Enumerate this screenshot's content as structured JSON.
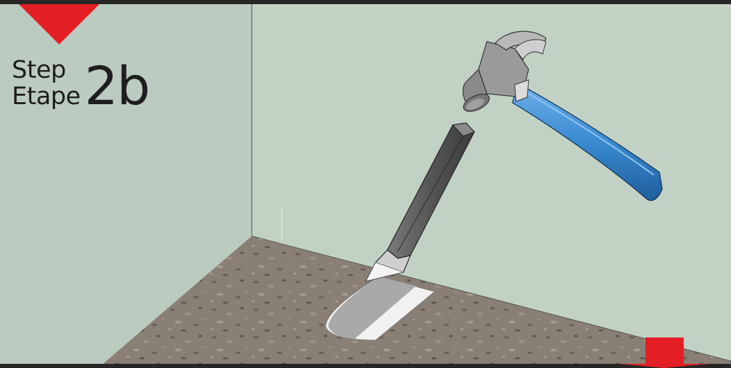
{
  "step": {
    "word_en": "Step",
    "word_fr": "Etape",
    "number": "2b"
  },
  "colors": {
    "wall": "#bccbbf",
    "floor": "#8a7f75",
    "marker": "#e31e24",
    "frame": "#262626",
    "handle": "#3a8ad0",
    "chisel": "#5f5f5f",
    "metal": "#9c9c9c"
  },
  "icons": {
    "top_marker": "down-triangle-icon",
    "bottom_marker": "down-arrow-icon"
  }
}
